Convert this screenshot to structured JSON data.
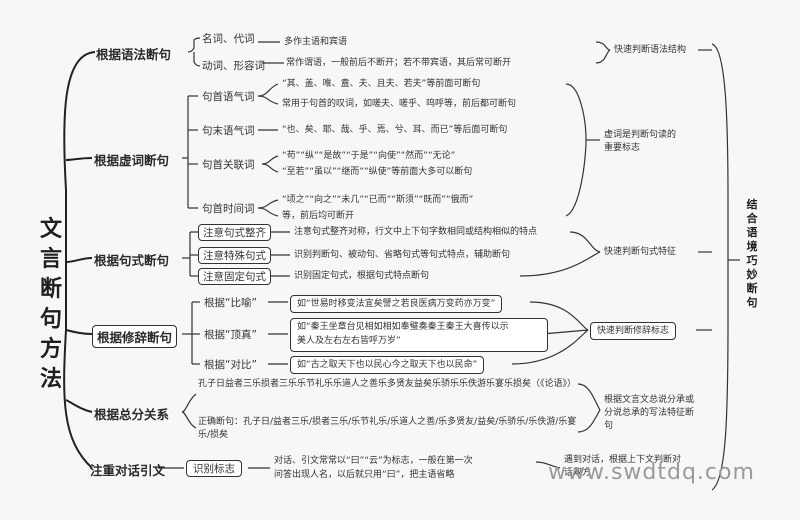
{
  "root": "文言断句方法",
  "branches": [
    {
      "label": "根据语法断句",
      "subs": [
        {
          "label": "名词、代词",
          "leaf": "多作主语和宾语"
        },
        {
          "label": "动词、形容词",
          "leaf": "常作谓语，一般前后不断开；若不带宾语，其后常可断开"
        }
      ],
      "summary": "快速判断语法结构"
    },
    {
      "label": "根据虚词断句",
      "subs": [
        {
          "label": "句首语气词",
          "leaf1": "“其、盖、唯、盍、夫、且夫、若夫”等前面可断句",
          "leaf2": "常用于句首的叹词，如嗟夫、嗟乎、呜呼等，前后都可断句"
        },
        {
          "label": "句末语气词",
          "leaf": "“也、矣、耶、哉、乎、焉、兮、耳、而已”等后面可断句"
        },
        {
          "label": "句首关联词",
          "leaf1": "“苟”“纵”“是故”“于是”“向使”“然而”“无论”",
          "leaf2": "“至若”“虽以”“继而”“纵使”等前面大多可以断句"
        },
        {
          "label": "句首时间词",
          "leaf1": "“顷之”“向之”“未几”“已而”“斯须”“既而”“俄而”",
          "leaf2": "等，前后均可断开"
        }
      ],
      "summary": "虚词是判断句读的重要标志"
    },
    {
      "label": "根据句式断句",
      "subs": [
        {
          "label": "注意句式整齐",
          "leaf": "注意句式整齐对称，行文中上下句字数相同或结构相似的特点"
        },
        {
          "label": "注意特殊句式",
          "leaf": "识别判断句、被动句、省略句式等句式特点，辅助断句"
        },
        {
          "label": "注意固定句式",
          "leaf": "识别固定句式，根据句式特点断句"
        }
      ],
      "summary": "快速判断句式特征"
    },
    {
      "label": "根据修辞断句",
      "subs": [
        {
          "label": "根据“比喻”",
          "leaf": "如“世易时移变法宜矣譬之若良医病万变药亦万变”"
        },
        {
          "label": "根据“顶真”",
          "leaf1": "如“秦王坐章台见相如相如奉璧奏秦王秦王大喜传以示",
          "leaf2": "美人及左右左右皆呼万岁”"
        },
        {
          "label": "根据“对比”",
          "leaf": "如“古之取天下也以民心今之取天下也以民命”"
        }
      ],
      "summary": "快速判断修辞标志"
    },
    {
      "label": "根据总分关系",
      "leaf1": "孔子日益者三乐损者三乐乐节礼乐乐道人之善乐多贤友益矣乐骄乐乐佚游乐宴乐损矣（《论语》）",
      "leaf2": "正确断句：孔子日/益者三乐/损者三乐/乐节礼乐/乐道人之善/乐多贤友/益矣/乐骄乐/乐佚游/乐宴乐/损矣",
      "summary": "根据文言文总说分承或分说总承的写法特征断句"
    },
    {
      "label": "注重对话引文",
      "subs": [
        {
          "label": "识别标志",
          "leaf1": "对话、引文常常以“曰”“云”为标志，一般在第一次",
          "leaf2": "问答出现人名，以后就只用“曰”，把主语省略"
        }
      ],
      "summary": "遇到对话，根据上下文判断对话双方"
    }
  ],
  "conclusion": "结合语境巧妙断句",
  "watermark": "www.swdtdq.com"
}
